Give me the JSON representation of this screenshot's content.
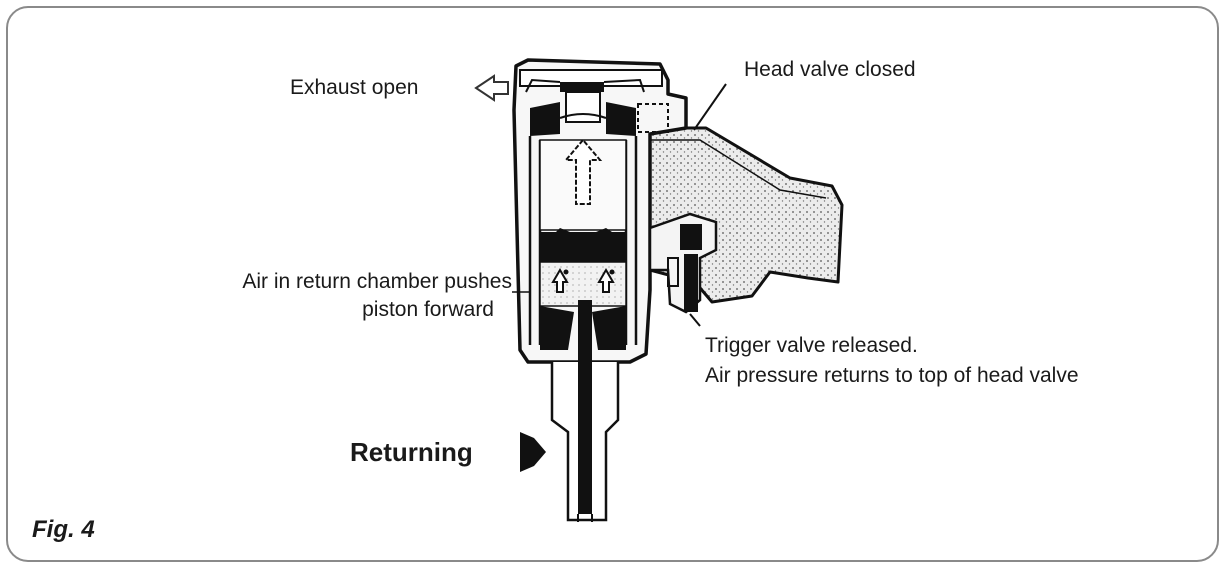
{
  "labels": {
    "exhaust": "Exhaust open",
    "head_valve": "Head valve closed",
    "air_return_line1": "Air in return chamber pushes",
    "air_return_line2": "piston forward",
    "trigger_line1": "Trigger valve released.",
    "trigger_line2": "Air pressure returns to top of head valve",
    "returning": "Returning",
    "figure": "Fig. 4"
  },
  "colors": {
    "ink": "#111111",
    "stipple_fill": "#e6e6e6",
    "frame": "#8a8a8a"
  },
  "icons": [
    "exhaust-arrow-icon",
    "return-arrow-icon",
    "piston-up-arrow-icon"
  ]
}
